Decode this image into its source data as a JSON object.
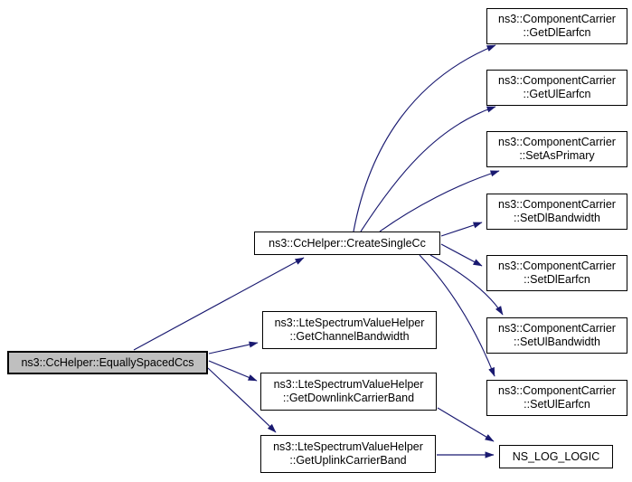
{
  "colors": {
    "edge-color": "#191970",
    "node-border": "#000000",
    "node-fill": "#ffffff",
    "highlight-fill": "#bfbfbf",
    "canvas-bg": "#ffffff",
    "text-color": "#000000"
  },
  "graph": {
    "type": "call-graph",
    "nodes": {
      "equally_spaced_ccs": {
        "line1": "ns3::CcHelper::EquallySpacedCcs",
        "highlighted": true
      },
      "create_single_cc": {
        "line1": "ns3::CcHelper::CreateSingleCc"
      },
      "get_channel_bandwidth": {
        "line1": "ns3::LteSpectrumValueHelper",
        "line2": "::GetChannelBandwidth"
      },
      "get_downlink_carrier_band": {
        "line1": "ns3::LteSpectrumValueHelper",
        "line2": "::GetDownlinkCarrierBand"
      },
      "get_uplink_carrier_band": {
        "line1": "ns3::LteSpectrumValueHelper",
        "line2": "::GetUplinkCarrierBand"
      },
      "get_dl_earfcn": {
        "line1": "ns3::ComponentCarrier",
        "line2": "::GetDlEarfcn"
      },
      "get_ul_earfcn": {
        "line1": "ns3::ComponentCarrier",
        "line2": "::GetUlEarfcn"
      },
      "set_as_primary": {
        "line1": "ns3::ComponentCarrier",
        "line2": "::SetAsPrimary"
      },
      "set_dl_bandwidth": {
        "line1": "ns3::ComponentCarrier",
        "line2": "::SetDlBandwidth"
      },
      "set_dl_earfcn": {
        "line1": "ns3::ComponentCarrier",
        "line2": "::SetDlEarfcn"
      },
      "set_ul_bandwidth": {
        "line1": "ns3::ComponentCarrier",
        "line2": "::SetUlBandwidth"
      },
      "set_ul_earfcn": {
        "line1": "ns3::ComponentCarrier",
        "line2": "::SetUlEarfcn"
      },
      "ns_log_logic": {
        "line1": "NS_LOG_LOGIC"
      }
    },
    "edges": [
      {
        "from": "equally_spaced_ccs",
        "to": "create_single_cc"
      },
      {
        "from": "equally_spaced_ccs",
        "to": "get_channel_bandwidth"
      },
      {
        "from": "equally_spaced_ccs",
        "to": "get_downlink_carrier_band"
      },
      {
        "from": "equally_spaced_ccs",
        "to": "get_uplink_carrier_band"
      },
      {
        "from": "create_single_cc",
        "to": "get_dl_earfcn"
      },
      {
        "from": "create_single_cc",
        "to": "get_ul_earfcn"
      },
      {
        "from": "create_single_cc",
        "to": "set_as_primary"
      },
      {
        "from": "create_single_cc",
        "to": "set_dl_bandwidth"
      },
      {
        "from": "create_single_cc",
        "to": "set_dl_earfcn"
      },
      {
        "from": "create_single_cc",
        "to": "set_ul_bandwidth"
      },
      {
        "from": "create_single_cc",
        "to": "set_ul_earfcn"
      },
      {
        "from": "get_downlink_carrier_band",
        "to": "ns_log_logic"
      },
      {
        "from": "get_uplink_carrier_band",
        "to": "ns_log_logic"
      }
    ]
  }
}
